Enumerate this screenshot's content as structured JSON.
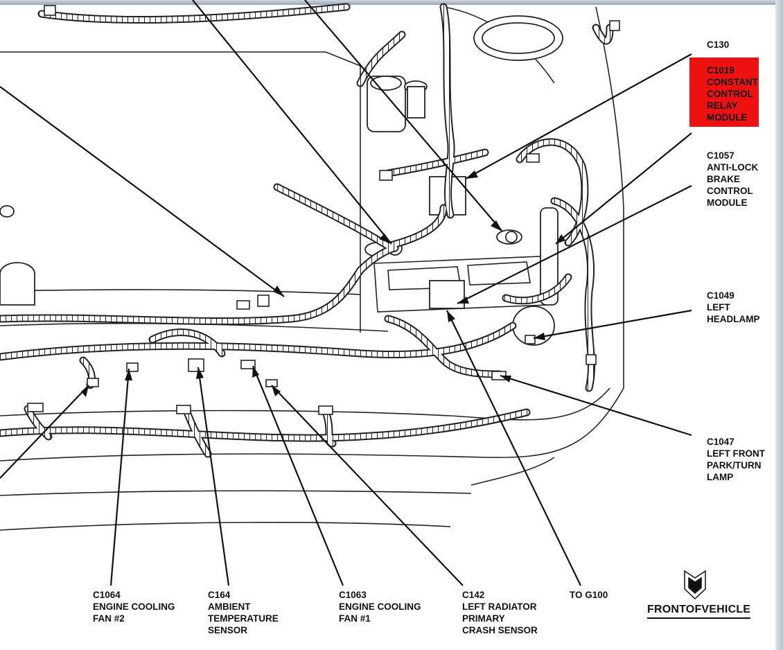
{
  "callouts": {
    "c130": [
      "C130"
    ],
    "c1019": [
      "C1019",
      "CONSTANT",
      "CONTROL",
      "RELAY",
      "MODULE"
    ],
    "c1057": [
      "C1057",
      "ANTI-LOCK",
      "BRAKE",
      "CONTROL",
      "MODULE"
    ],
    "c1049": [
      "C1049",
      "LEFT",
      "HEADLAMP"
    ],
    "c1047": [
      "C1047",
      "LEFT FRONT",
      "PARK/TURN",
      "LAMP"
    ],
    "c1064": [
      "C1064",
      "ENGINE COOLING",
      "FAN #2"
    ],
    "c164": [
      "C164",
      "AMBIENT",
      "TEMPERATURE",
      "SENSOR"
    ],
    "c1063": [
      "C1063",
      "ENGINE COOLING",
      "FAN #1"
    ],
    "c142": [
      "C142",
      "LEFT RADIATOR",
      "PRIMARY",
      "CRASH SENSOR"
    ],
    "g100": [
      "TO G100"
    ]
  },
  "front_of_vehicle": "FRONTOFVEHICLE",
  "colors": {
    "highlight": "#ee1111",
    "line": "#111111"
  }
}
